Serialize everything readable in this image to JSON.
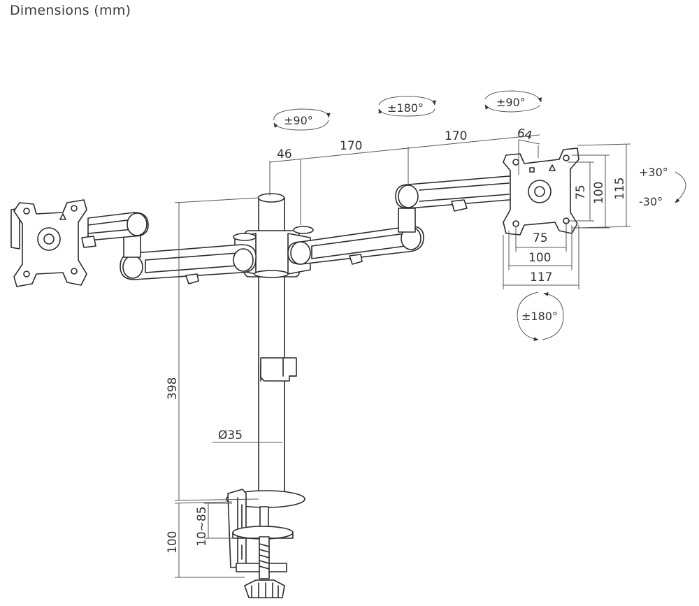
{
  "title": "Dimensions (mm)",
  "rotations": {
    "pole_arm": "±90°",
    "mid_joint": "±180°",
    "head_swivel": "±90°",
    "head_rotation": "±180°",
    "tilt_up": "+30°",
    "tilt_down": "-30°"
  },
  "dimensions": {
    "pole_offset": "46",
    "arm_segment_1": "170",
    "arm_segment_2": "170",
    "head_depth": "64",
    "pole_height": "398",
    "pole_diameter": "Ø35",
    "clamp_height": "100",
    "clamp_range": "10~85",
    "vesa_h_75": "75",
    "vesa_h_100": "100",
    "plate_width": "117",
    "vesa_v_75": "75",
    "vesa_v_100": "100",
    "plate_height": "115"
  }
}
